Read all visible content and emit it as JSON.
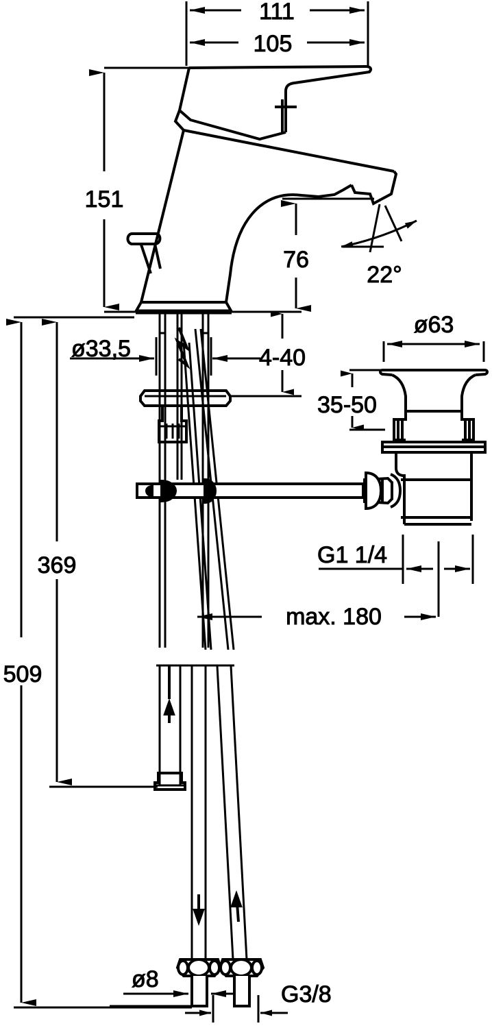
{
  "drawing": {
    "title": "Single-lever basin mixer with pop-up waste - dimensioned technical drawing",
    "units": "mm",
    "line_color": "#000000",
    "background_color": "#ffffff"
  },
  "dimensions": {
    "overall_width_top": "111",
    "spout_reach": "105",
    "fixture_height": "151",
    "spout_outlet_height": "76",
    "spout_angle": "22°",
    "shank_diameter": "ø33,5",
    "deck_thickness_range": "4-40",
    "waste_flange_diameter": "ø63",
    "waste_height_range": "35-50",
    "waste_thread": "G1 1/4",
    "waste_rod_max_length": "max. 180",
    "hose_reach_upper": "369",
    "hose_reach_total": "509",
    "hose_tube_diameter": "ø8",
    "hose_connection_thread": "G3/8"
  },
  "labels": [
    {
      "id": "d-111",
      "text": "111"
    },
    {
      "id": "d-105",
      "text": "105"
    },
    {
      "id": "d-151",
      "text": "151"
    },
    {
      "id": "d-76",
      "text": "76"
    },
    {
      "id": "d-22deg",
      "text": "22°"
    },
    {
      "id": "d-d335",
      "text": "ø33,5"
    },
    {
      "id": "d-440",
      "text": "4-40"
    },
    {
      "id": "d-d63",
      "text": "ø63"
    },
    {
      "id": "d-3550",
      "text": "35-50"
    },
    {
      "id": "d-g114",
      "text": "G1 1/4"
    },
    {
      "id": "d-max180",
      "text": "max. 180"
    },
    {
      "id": "d-369",
      "text": "369"
    },
    {
      "id": "d-509",
      "text": "509"
    },
    {
      "id": "d-d8",
      "text": "ø8"
    },
    {
      "id": "d-g38",
      "text": "G3/8"
    }
  ]
}
